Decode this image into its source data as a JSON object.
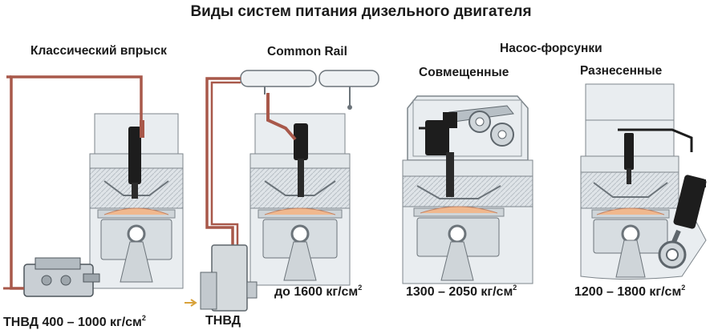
{
  "title": "Виды систем питания дизельного двигателя",
  "systems": {
    "classic": {
      "label": "Классический впрыск",
      "pressure": "ТНВД 400 – 1000 кг/см",
      "sup": "2"
    },
    "common_rail": {
      "label": "Common Rail",
      "pump": "ТНВД",
      "pressure": "до 1600 кг/см",
      "sup": "2"
    },
    "pump_injectors": {
      "group_label": "Насос-форсунки",
      "combined": {
        "label": "Совмещенные",
        "pressure": "1300 – 2050 кг/см",
        "sup": "2"
      },
      "separated": {
        "label": "Разнесенные",
        "pressure": "1200 – 1800 кг/см",
        "sup": "2"
      }
    }
  },
  "colors": {
    "fuel_line": "#a8584a",
    "block": "#e9edf0",
    "metal": "#c3cad0",
    "injector": "#1d1d1d",
    "flame": "#f0b88e"
  }
}
